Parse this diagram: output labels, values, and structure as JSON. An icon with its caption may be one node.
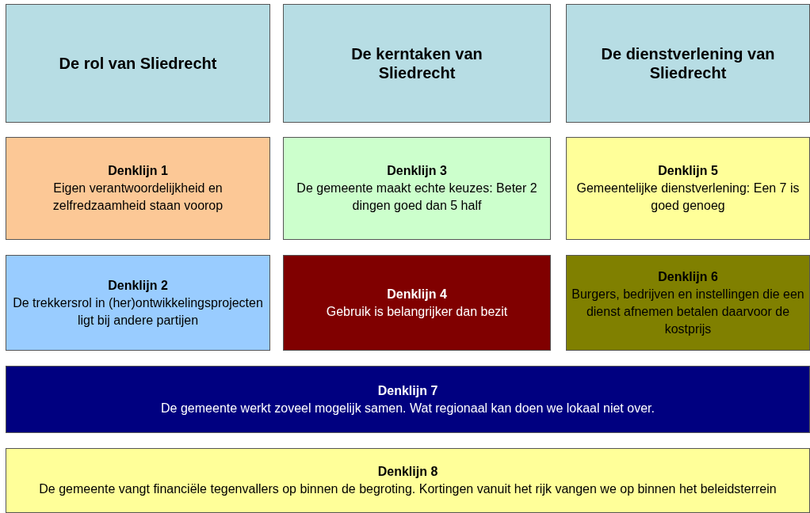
{
  "diagram": {
    "nodes": [
      {
        "text": [
          "De rol van Sliedrecht"
        ]
      },
      {
        "text": [
          "De kerntaken van Sliedrecht"
        ]
      },
      {
        "text": [
          "De dienstverlening van Sliedrecht"
        ]
      },
      {
        "text": [
          "Denklijn 1",
          "Eigen verantwoordelijkheid en zelfredzaamheid staan voorop"
        ]
      },
      {
        "text": [
          "Denklijn 3",
          "De gemeente maakt echte keuzes: Beter 2 dingen goed dan 5 half"
        ]
      },
      {
        "text": [
          "Denklijn 5",
          "Gemeentelijke dienstverlening: Een 7 is goed genoeg"
        ]
      },
      {
        "text": [
          "Denklijn 2",
          "De trekkersrol in (her)ontwikkelingsprojecten ligt bij andere partijen"
        ]
      },
      {
        "text": [
          "Denklijn 4",
          "Gebruik is belangrijker dan bezit"
        ]
      },
      {
        "text": [
          "Denklijn 6",
          "Burgers, bedrijven en instellingen die een dienst afnemen betalen daarvoor de kostprijs"
        ]
      },
      {
        "text": [
          "Denklijn 7",
          "De gemeente werkt zoveel mogelijk samen. Wat regionaal kan  doen we lokaal niet over."
        ]
      },
      {
        "text": [
          "Denklijn 8",
          "De gemeente vangt financiële tegenvallers op binnen de begroting. Kortingen vanuit het rijk vangen we op binnen het beleidsterrein"
        ]
      }
    ],
    "edges": []
  }
}
